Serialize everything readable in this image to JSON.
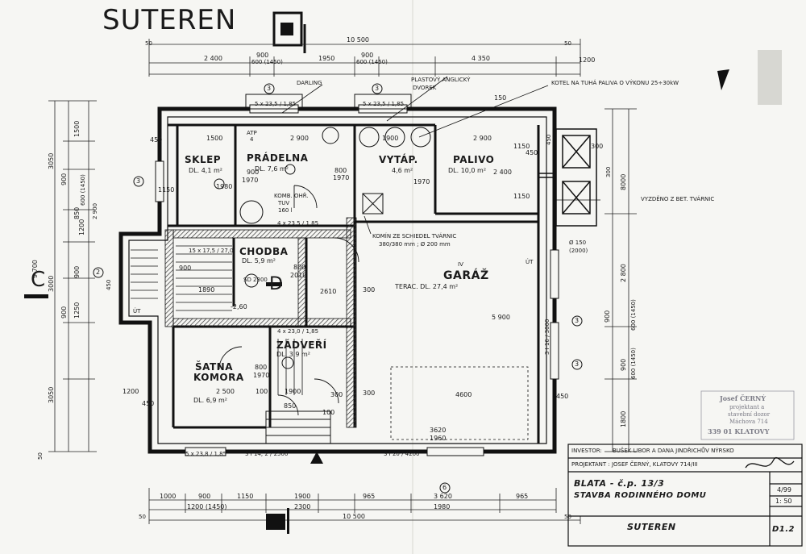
{
  "title": "SUTEREN",
  "rooms": {
    "sklep": {
      "name": "SKLEP",
      "area": "DL. 4,1 m²"
    },
    "pradelna": {
      "name": "PRÁDELNA",
      "area": "DL. 7,6 m²"
    },
    "vytap": {
      "name": "VYTÁP.",
      "area": "4,6 m²"
    },
    "palivo": {
      "name": "PALIVO",
      "area": "DL. 10,0 m²"
    },
    "chodba": {
      "name": "CHODBA",
      "area": "DL. 5,9 m²"
    },
    "garaz": {
      "name": "GARÁŽ",
      "area": "TERAC. DL. 27,4 m²",
      "mark": "IV"
    },
    "zadveri": {
      "name": "ZÁDVEŘÍ",
      "area": "DL. 3,9 m²"
    },
    "satna": {
      "name_line1": "ŠATNA",
      "name_line2": "KOMORA",
      "area": "DL. 6,9 m²"
    }
  },
  "notes": {
    "darling": "DARLING",
    "plastovy": "PLASTOVÝ ANGLICKÝ",
    "dvorek": "DVOREK",
    "kotel": "KOTEL NA TUHÁ PALIVA O VÝKONU 25÷30kW",
    "komin": "KOMÍN ZE SCHIEDEL TVÁRNIC",
    "komin_dim": "380/380 mm ; Ø 200 mm",
    "vyzdeno": "VYZDĚNO Z BET. TVÁRNIC",
    "atp": "ATP",
    "atp_num": "4",
    "komb_ohr": "KOMB. OHŘ.",
    "tuv": "TUV",
    "tuv_vol": "160 l",
    "ut": "ÚT",
    "ut2": "ÚT",
    "lintel": "4 x 23,5 / 1,85",
    "stair1": "15 x 17,5 / 27,0",
    "stair2": "4 x 23,0 / 1,85",
    "window_top_left": "5 x 23,5 / 1,85",
    "window_top_mid": "5 x 23,5 / 1,85",
    "sd": "SD 2300",
    "floor_bottom": "5 x 23,8 / 1,85",
    "floor_dim1": "3 I 14, 2 / 2500",
    "floor_dim2": "3 I 20 / 4200",
    "pipe": "Ø 150",
    "pipe2": "(2000)"
  },
  "section_marks": {
    "c": "C",
    "d": "D"
  },
  "grid_markers": [
    "3",
    "3",
    "3",
    "2",
    "3",
    "3",
    "6"
  ],
  "top_dims": {
    "total": "10 500",
    "d1": "2 400",
    "d2": "900",
    "d2b": "600 (1450)",
    "d3": "1950",
    "d4": "900",
    "d4b": "600 (1450)",
    "d5": "4 350",
    "d6": "1200",
    "d7": "50",
    "d8": "50"
  },
  "room_dims": {
    "r1": "1500",
    "r2": "2 900",
    "r3": "1900",
    "r4": "2 900",
    "r5": "900",
    "r6": "1970",
    "r7": "800",
    "r8": "1970",
    "r9": "1970",
    "r10": "800",
    "r11": "2010",
    "r12": "2610",
    "r13": "1890",
    "r14": "-2,60",
    "r15": "800",
    "r16": "1970",
    "r17": "2 500",
    "r18": "1900",
    "r19": "850",
    "r20": "100",
    "r21": "4600",
    "r22": "3620",
    "r23": "1960",
    "r24": "900",
    "r25": "150",
    "r26": "450",
    "r27": "300",
    "r28": "300",
    "r29": "300",
    "r30": "300",
    "r31": "1150",
    "r32": "1150",
    "r33": "1200",
    "r34": "450",
    "r35": "450",
    "r36": "450",
    "r37": "5 900",
    "r38": "2 400",
    "r39": "1150",
    "r40": "1980",
    "r41": "100"
  },
  "bottom_dims": {
    "b1": "1000",
    "b2": "900",
    "b3": "1150",
    "b4": "1900",
    "b5": "965",
    "b6": "3 620",
    "b7": "965",
    "b8": "1200 (1450)",
    "b9": "2300",
    "b10": "1980",
    "total": "10 500",
    "b11": "50",
    "b12": "50"
  },
  "left_dims": {
    "l1": "9 700",
    "l2": "3050",
    "l3": "1500",
    "l4": "900",
    "l5": "1200",
    "l6": "3000",
    "l7": "850",
    "l8": "900",
    "l9": "1250",
    "l10": "900",
    "l11": "3050",
    "l12": "600 (1450)",
    "l13": "2 900",
    "l14": "50",
    "l15": "450"
  },
  "right_dims": {
    "rr1": "8000",
    "rr2": "2 800",
    "rr3": "1800",
    "rr4": "900",
    "rr5": "600 (1450)",
    "rr6": "900",
    "rr7": "600 (1450)",
    "rr8": "450",
    "rr9": "300",
    "rr10": "3 I 16 / 3000"
  },
  "title_block": {
    "investor_label": "INVESTOR:",
    "investor": "BUŠEK LIBOR A DANA JINDŘICHŮV NÝRSKO",
    "designer": "PROJEKTANT : JOSEF ČERNÝ, KLATOVY 714/III",
    "project_line1": "BLATA - č.p. 13/3",
    "project_line2": "STAVBA RODINNÉHO DOMU",
    "sheet_name": "SUTEREN",
    "date": "4/99",
    "scale": "1: 50",
    "code": "D1.2"
  },
  "stamp": {
    "line1": "Josef ČERNÝ",
    "line2": "projektant a",
    "line3": "stavební dozor",
    "line4": "Máchova 714",
    "line5": "339 01 KLATOVY"
  },
  "colors": {
    "ink": "#1a1a1a",
    "paper": "#f6f6f3",
    "hatch": "#333333",
    "stamp": "#7b7b86"
  }
}
